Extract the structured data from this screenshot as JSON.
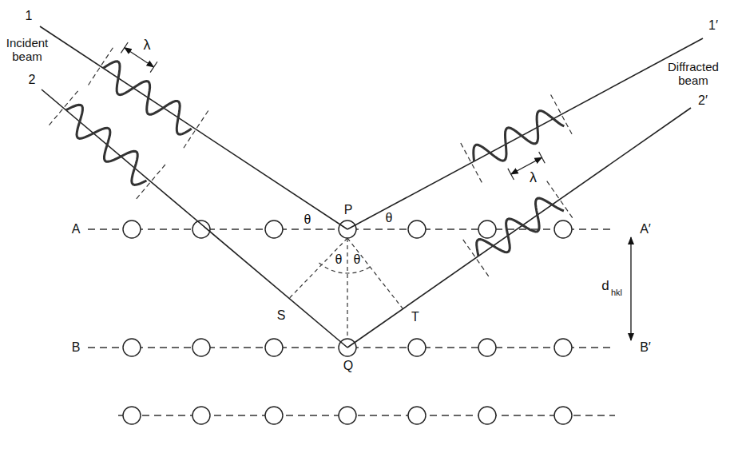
{
  "diagram": {
    "labels": [
      "1",
      "Incident beam",
      "2",
      "λ",
      "λ",
      "1′",
      "Diffracted beam",
      "2′",
      "A",
      "θ",
      "P",
      "θ",
      "A′",
      "S",
      "θ",
      "θ",
      "T",
      "d",
      "hkl",
      "B",
      "Q",
      "B′"
    ]
  }
}
